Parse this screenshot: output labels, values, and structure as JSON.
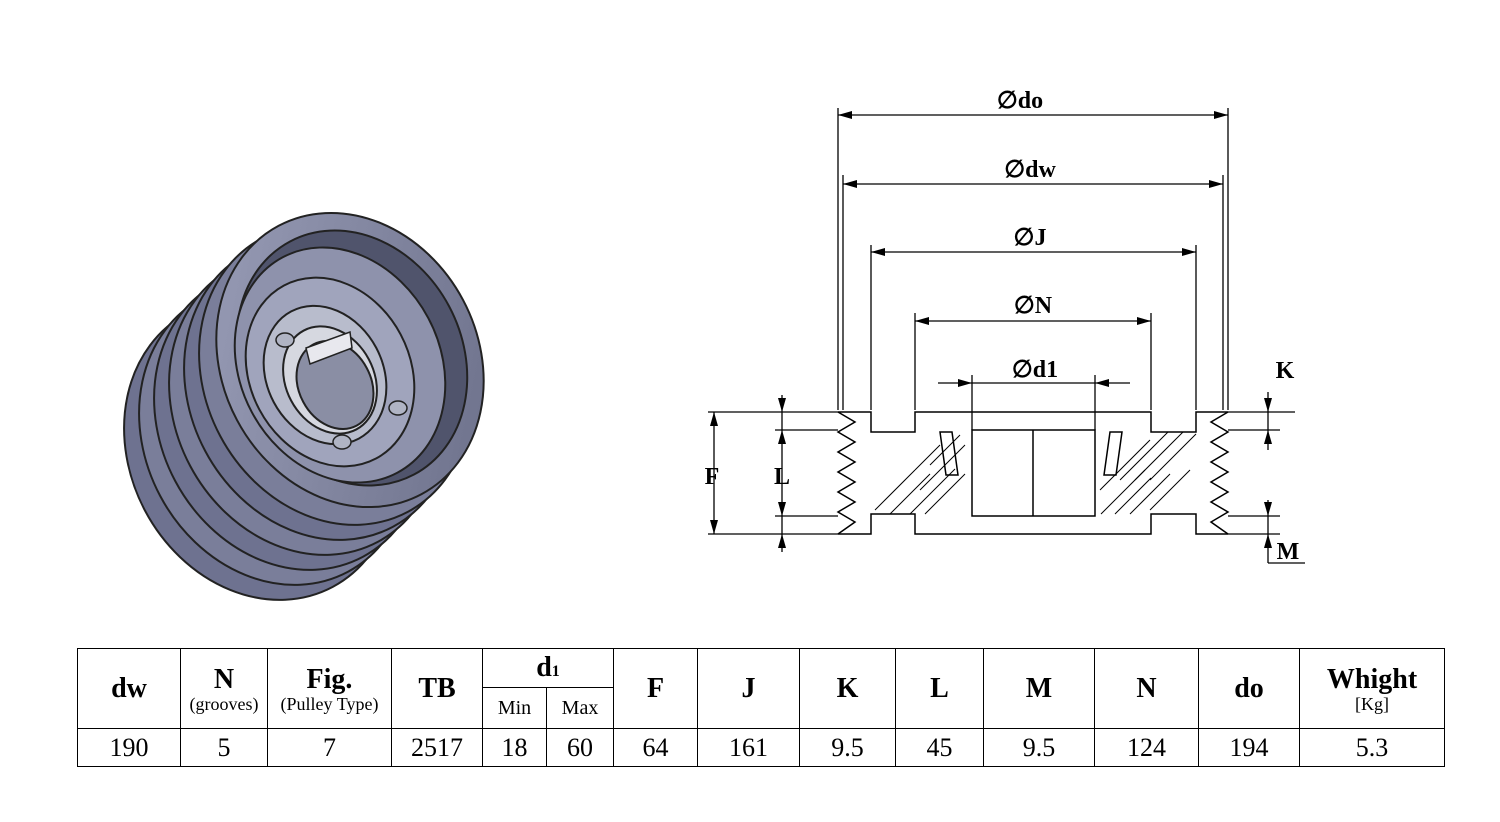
{
  "drawing": {
    "labels": {
      "do": "do",
      "dw": "dw",
      "J": "J",
      "N": "N",
      "d1": "d1",
      "K": "K",
      "F": "F",
      "L": "L",
      "M": "M"
    },
    "diameter_symbol": "∅"
  },
  "table": {
    "headers": {
      "dw": "dw",
      "N": "N",
      "N_sub": "(grooves)",
      "Fig": "Fig.",
      "Fig_sub": "(Pulley Type)",
      "TB": "TB",
      "d1_main": "d",
      "d1_index": "1",
      "d1_min": "Min",
      "d1_max": "Max",
      "F": "F",
      "J": "J",
      "K": "K",
      "L": "L",
      "M": "M",
      "N2": "N",
      "do": "do",
      "Whight": "Whight",
      "Whight_sub": "[Kg]"
    },
    "row": {
      "dw": "190",
      "N": "5",
      "Fig": "7",
      "TB": "2517",
      "d1_min": "18",
      "d1_max": "60",
      "F": "64",
      "J": "161",
      "K": "9.5",
      "L": "45",
      "M": "9.5",
      "N2": "124",
      "do": "194",
      "Whight": "5.3"
    }
  }
}
